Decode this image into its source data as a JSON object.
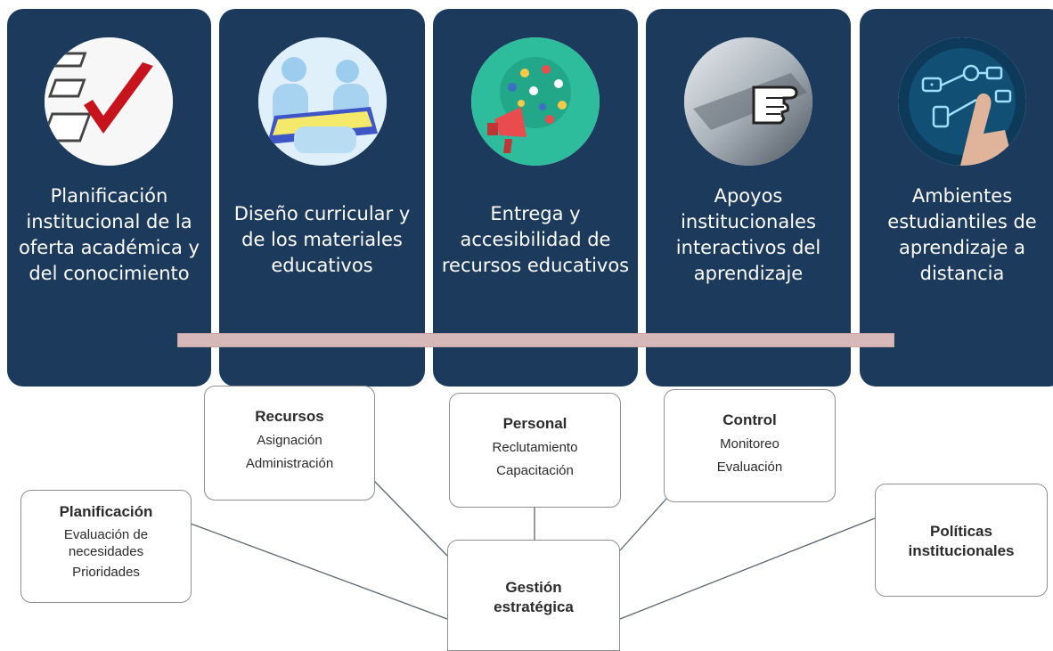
{
  "cards": [
    {
      "label": "Planificación institucional de la oferta académica y del conocimiento",
      "icon": "checklist-icon"
    },
    {
      "label": "Diseño curricular y de los materiales educativos",
      "icon": "people-meeting-icon"
    },
    {
      "label": "Entrega y accesibilidad de recursos educativos",
      "icon": "megaphone-icon"
    },
    {
      "label": "Apoyos institucionales interactivos del aprendizaje",
      "icon": "pointing-hand-icon"
    },
    {
      "label": "Ambientes estudiantiles de aprendizaje a distancia",
      "icon": "touch-network-icon"
    }
  ],
  "nodes": {
    "recursos": {
      "title": "Recursos",
      "lines": [
        "Asignación",
        "Administración"
      ]
    },
    "personal": {
      "title": "Personal",
      "lines": [
        "Reclutamiento",
        "Capacitación"
      ]
    },
    "control": {
      "title": "Control",
      "lines": [
        "Monitoreo",
        "Evaluación"
      ]
    },
    "planificacion": {
      "title": "Planificación",
      "lines": [
        "Evaluación de",
        "necesidades",
        "Prioridades"
      ]
    },
    "politicas": {
      "title": "Políticas institucionales"
    },
    "gestion": {
      "title": "Gestión estratégica"
    }
  },
  "colors": {
    "card": "#1b3a5c",
    "bar": "#d6b8b8",
    "node_border": "#8e8e8e"
  }
}
